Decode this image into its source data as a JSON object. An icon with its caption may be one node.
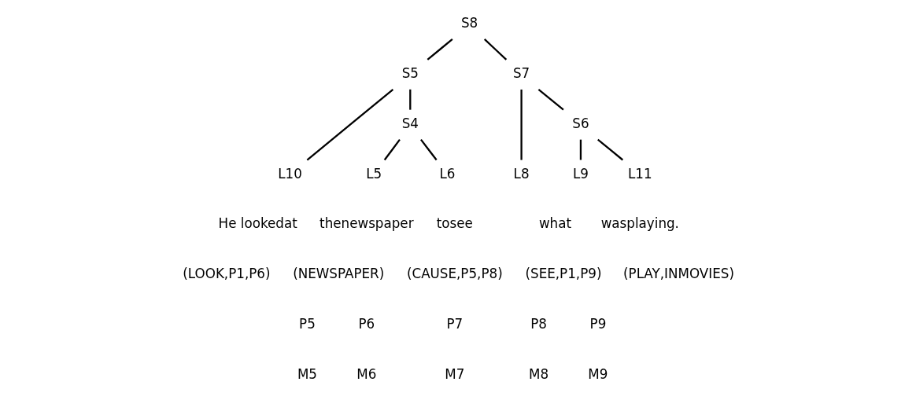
{
  "diagram": {
    "nodes": [
      {
        "text": [
          "S8"
        ]
      },
      {
        "text": [
          "S5"
        ]
      },
      {
        "text": [
          "S7"
        ]
      },
      {
        "text": [
          "S4"
        ]
      },
      {
        "text": [
          "S6"
        ]
      },
      {
        "text": [
          "L10"
        ]
      },
      {
        "text": [
          "L5"
        ]
      },
      {
        "text": [
          "L6"
        ]
      },
      {
        "text": [
          "L8"
        ]
      },
      {
        "text": [
          "L11"
        ]
      },
      {
        "text": [
          "L9"
        ]
      }
    ],
    "edges": [
      {
        "from": 0,
        "to": 1,
        "arrow": "none"
      },
      {
        "from": 0,
        "to": 2,
        "arrow": "none"
      },
      {
        "from": 1,
        "to": 5,
        "arrow": "none"
      },
      {
        "from": 1,
        "to": 3,
        "arrow": "none"
      },
      {
        "from": 3,
        "to": 6,
        "arrow": "none"
      },
      {
        "from": 3,
        "to": 7,
        "arrow": "none"
      },
      {
        "from": 2,
        "to": 8,
        "arrow": "none"
      },
      {
        "from": 2,
        "to": 4,
        "arrow": "none"
      },
      {
        "from": 4,
        "to": 9,
        "arrow": "none"
      },
      {
        "from": 4,
        "to": 10,
        "arrow": "none"
      }
    ],
    "labels": [
      "He lookedat",
      "thenewspaper",
      "tosee",
      "what",
      "wasplaying.",
      "(LOOK,P1,P6)",
      "(NEWSPAPER)",
      "(CAUSE,P5,P8)",
      "(SEE,P1,P9)",
      "(PLAY,INMOVIES)",
      "P5",
      "P6",
      "P7",
      "P8",
      "P9",
      "M5",
      "M6",
      "M7",
      "M8",
      "M9"
    ]
  }
}
